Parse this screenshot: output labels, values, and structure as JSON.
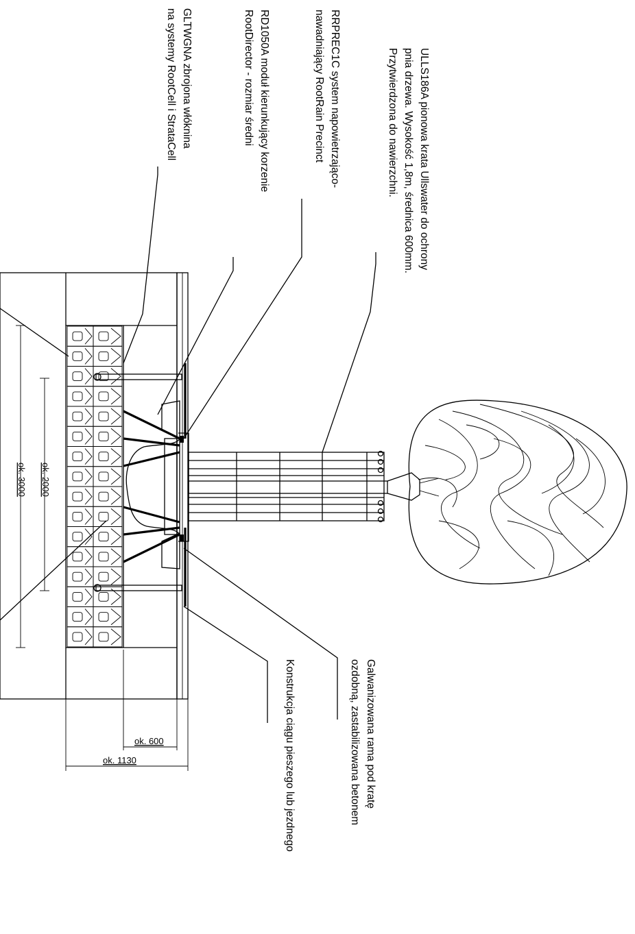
{
  "labels": {
    "grate": [
      "ULLS186A pionowa krata Ullswater do ochrony",
      "pnia drzewa. Wysokość 1,8m, średnica 600mm.",
      "Przytwierdzona do nawierzchni."
    ],
    "aeration": [
      "RRPREC1C system napowietrzająco-",
      "nawadniający RootRain Precinct"
    ],
    "root_director": [
      "RD1050A moduł kierunkujący korzenie",
      "RootDirector - rozmiar średni"
    ],
    "geotextile": [
      "GLTWGNA zbrojona włóknina",
      "na systemy RootCell i StrataCell"
    ],
    "frame": [
      "Galwanizowana rama pod kratę",
      "ozdobną, zastabilizowana betonem"
    ],
    "pavement": [
      "Konstrukcja ciągu pieszego lub jezdnego"
    ]
  },
  "dimensions": {
    "d2000": "ok. 2000",
    "d3000": "ok. 3000",
    "d600": "ok. 600",
    "d1130": "ok. 1130"
  }
}
